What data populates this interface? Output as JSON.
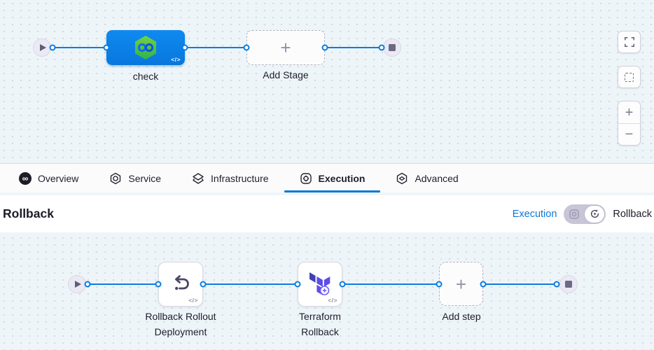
{
  "accent_color": "#0b7ce0",
  "stage_node_color": "#0a82ea",
  "harness_green": "#49c043",
  "terraform_purple": "#5C4EE5",
  "stage_pipeline": {
    "stage_label": "check",
    "add_stage_label": "Add Stage",
    "code_badge": "</>"
  },
  "canvas_controls": {
    "zoom_in_glyph": "+",
    "zoom_out_glyph": "−",
    "add_glyph": "+"
  },
  "icons": {
    "infinity_glyph": "∞"
  },
  "tabs": [
    {
      "label": "Overview"
    },
    {
      "label": "Service"
    },
    {
      "label": "Infrastructure"
    },
    {
      "label": "Execution",
      "active": true
    },
    {
      "label": "Advanced"
    }
  ],
  "rollback_section": {
    "title": "Rollback",
    "mode_switch": {
      "execution_label": "Execution",
      "rollback_label": "Rollback"
    },
    "steps": [
      {
        "label": "Rollback Rollout Deployment"
      },
      {
        "label": "Terraform Rollback"
      }
    ],
    "add_step_label": "Add step",
    "code_badge": "</>"
  }
}
